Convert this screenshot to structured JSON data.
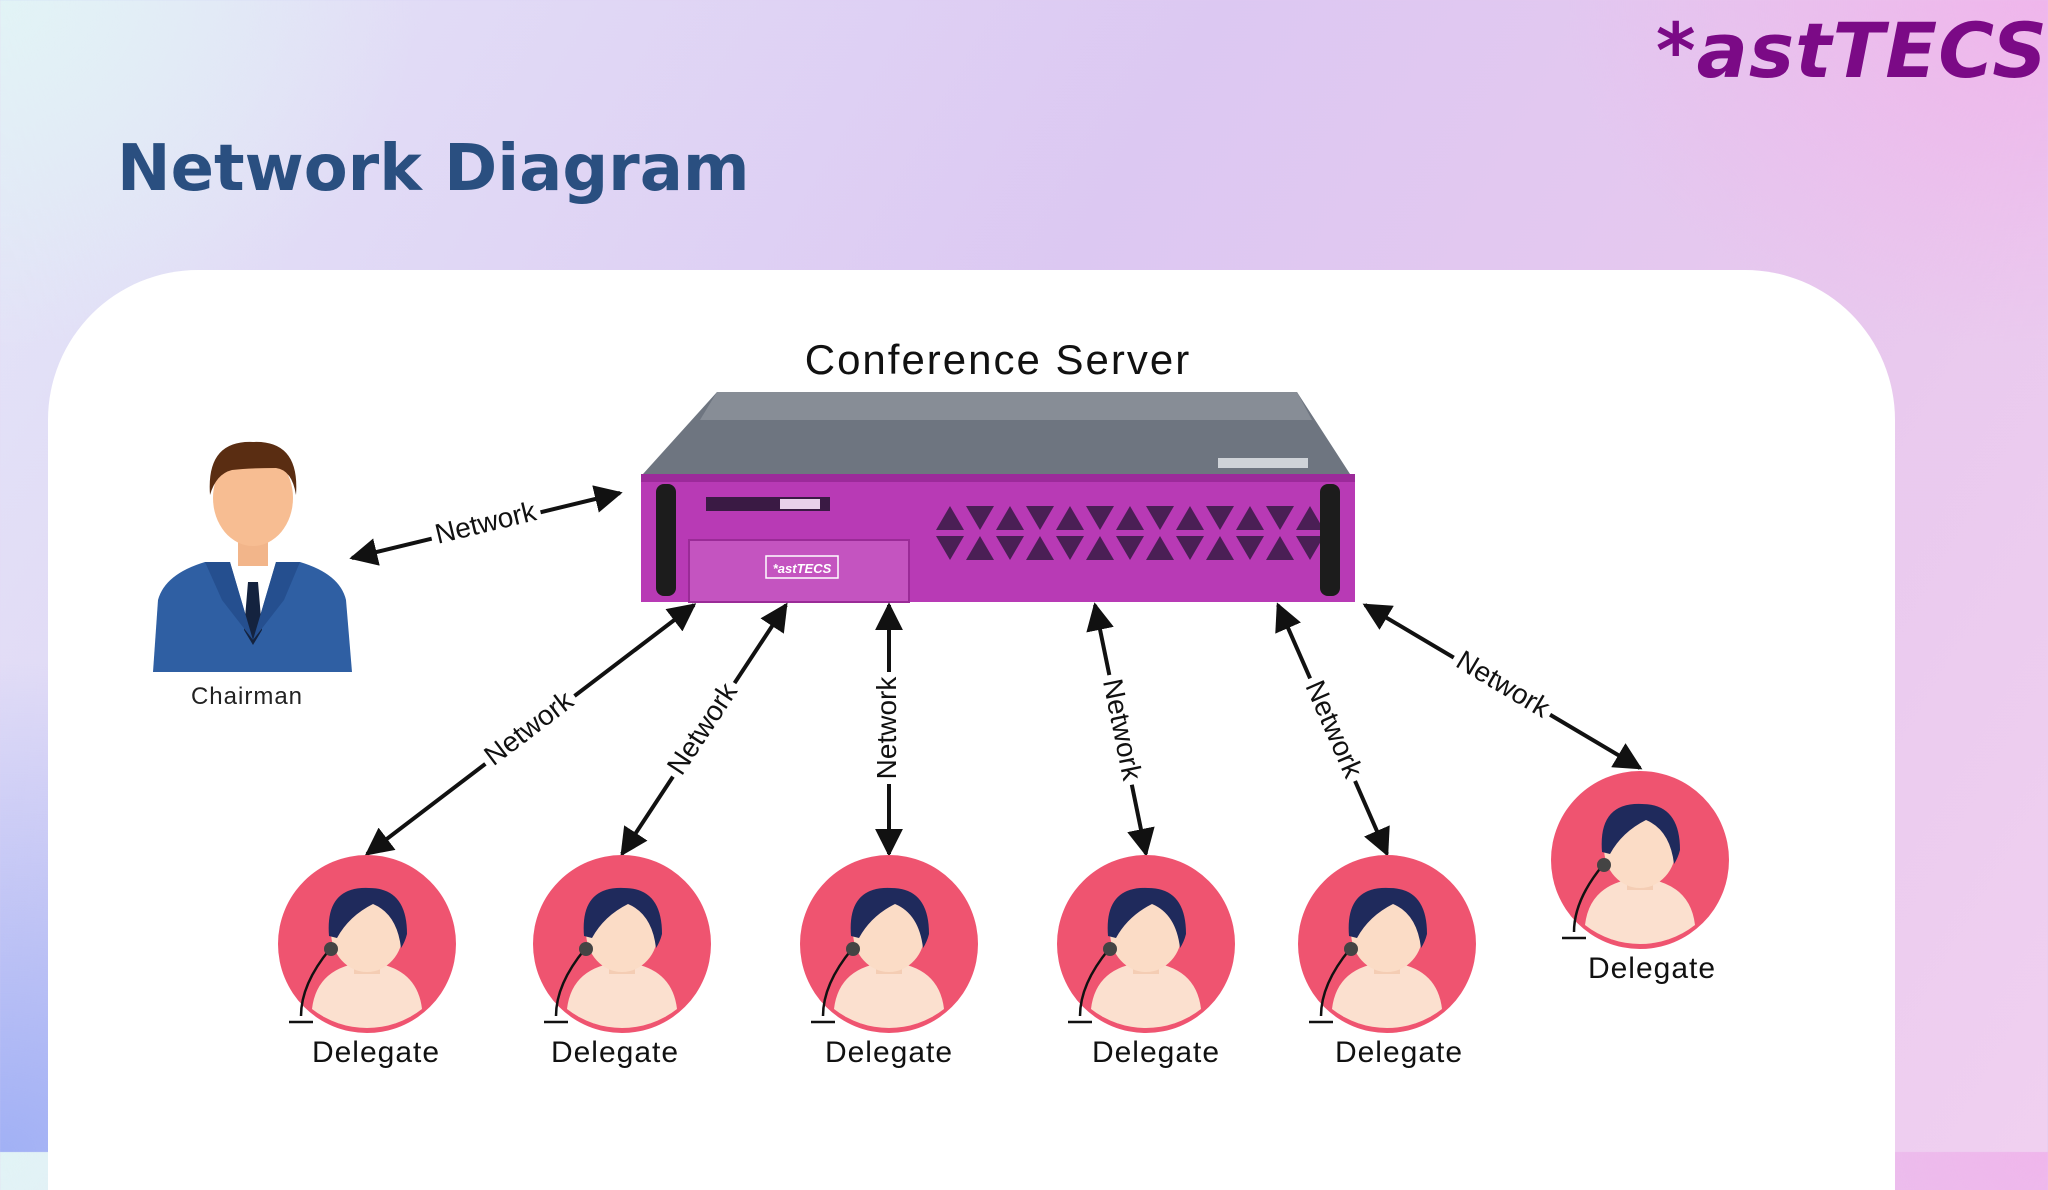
{
  "header": {
    "logo": "*astTECS",
    "title": "Network Diagram"
  },
  "diagram": {
    "server": {
      "label": "Conference Server",
      "badge": "*astTECS"
    },
    "chairman": {
      "label": "Chairman"
    },
    "connector_label": "Network",
    "delegates": [
      {
        "label": "Delegate"
      },
      {
        "label": "Delegate"
      },
      {
        "label": "Delegate"
      },
      {
        "label": "Delegate"
      },
      {
        "label": "Delegate"
      },
      {
        "label": "Delegate"
      }
    ]
  },
  "colors": {
    "logo": "#7b0a86",
    "title": "#2a4f80",
    "server_face": "#b83ab5",
    "delegate_circle": "#ef5470",
    "suit": "#2f5fa3"
  }
}
